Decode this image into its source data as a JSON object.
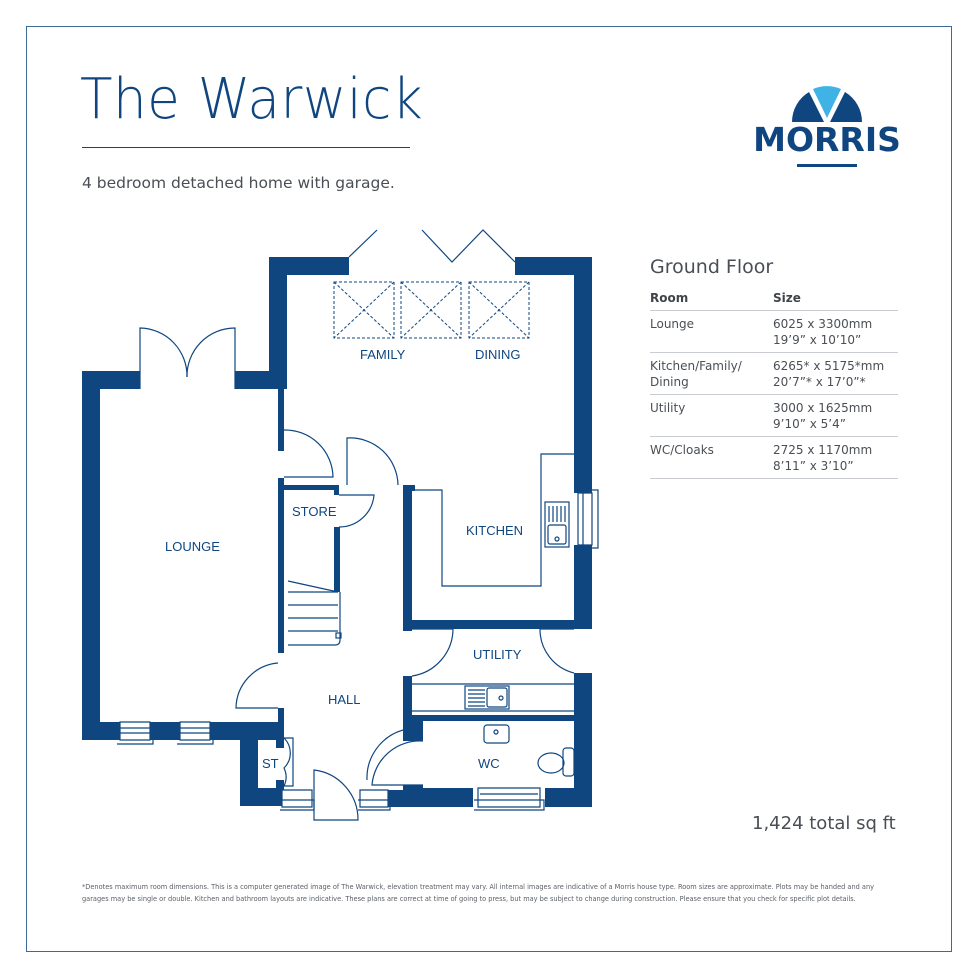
{
  "header": {
    "title": "The Warwick",
    "subtitle": "4 bedroom detached home with garage."
  },
  "logo": {
    "brand": "MORRIS",
    "colors": {
      "dark": "#0f4680",
      "light": "#3fb2e6"
    }
  },
  "floor": {
    "heading": "Ground Floor",
    "columns": {
      "room": "Room",
      "size": "Size"
    },
    "rows": [
      {
        "room": "Lounge",
        "metric": "6025 x 3300mm",
        "imperial": "19’9” x 10’10”"
      },
      {
        "room_line1": "Kitchen/Family/",
        "room_line2": "Dining",
        "metric": "6265* x 5175*mm",
        "imperial": "20’7”* x 17’0”*"
      },
      {
        "room": "Utility",
        "metric": "3000 x 1625mm",
        "imperial": "9’10” x 5’4”"
      },
      {
        "room": "WC/Cloaks",
        "metric": "2725 x 1170mm",
        "imperial": "8’11” x 3’10”"
      }
    ],
    "total": "1,424 total sq ft"
  },
  "plan": {
    "labels": {
      "family": "FAMILY",
      "dining": "DINING",
      "lounge": "LOUNGE",
      "store": "STORE",
      "kitchen": "KITCHEN",
      "utility": "UTILITY",
      "hall": "HALL",
      "st": "ST",
      "wc": "WC"
    },
    "wall_color": "#0f4680"
  },
  "disclaimer": {
    "line1": "*Denotes maximum room dimensions. This is a computer generated image of The Warwick, elevation treatment may vary. All internal images are indicative of a Morris house type. Room sizes are approximate. Plots may be handed and any",
    "line2": "garages may be single or double. Kitchen and bathroom layouts are indicative. These plans are correct at time of going to press, but may be subject to change during construction. Please ensure that you check for specific plot details."
  }
}
